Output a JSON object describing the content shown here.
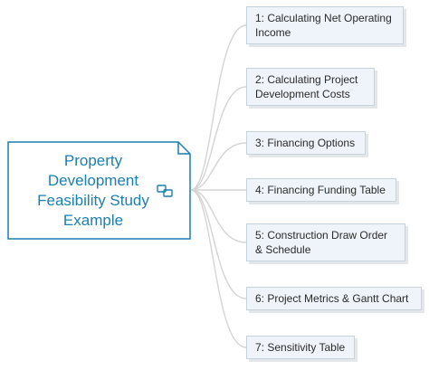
{
  "central": {
    "title_lines": [
      "Property",
      "Development",
      "Feasibility Study",
      "Example"
    ],
    "icon": "linked-topics-icon"
  },
  "topics": [
    {
      "label": "1: Calculating Net Operating Income"
    },
    {
      "label": "2: Calculating Project Development Costs"
    },
    {
      "label": "3: Financing Options"
    },
    {
      "label": "4: Financing Funding Table"
    },
    {
      "label": "5: Construction Draw Order & Schedule"
    },
    {
      "label": "6: Project Metrics & Gantt Chart"
    },
    {
      "label": "7: Sensitivity Table"
    }
  ],
  "colors": {
    "central_border": "#1a7fb1",
    "central_text": "#1a7fb1",
    "topic_fill": "#eef4f9",
    "topic_border": "#c6d2dc",
    "connector": "#d4d4d4"
  }
}
